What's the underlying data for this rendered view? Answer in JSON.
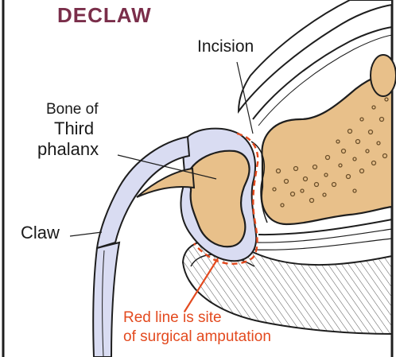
{
  "colors": {
    "title": "#7a2e4a",
    "bone": "#e8c08a",
    "claw": "#d9dcf2",
    "line": "#1e1e1e",
    "amputation": "#e34a1f",
    "marrow": "#6b4f2a"
  },
  "title": "DECLAW",
  "labels": {
    "incision": "Incision",
    "bone_of": "Bone of",
    "third": "Third",
    "phalanx": "phalanx",
    "claw": "Claw",
    "amputation_line1": "Red line is site",
    "amputation_line2": "of surgical amputation"
  }
}
